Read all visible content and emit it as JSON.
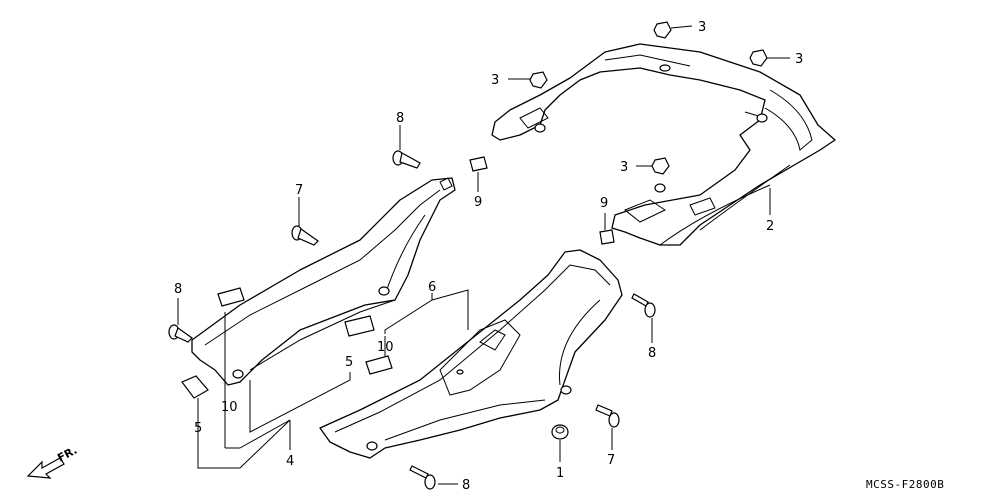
{
  "diagram": {
    "drawing_code": "MCSS-F2800B",
    "front_marker": "FR."
  },
  "callouts": {
    "p1": "1",
    "p2": "2",
    "p3": "3",
    "p4": "4",
    "p5": "5",
    "p6": "6",
    "p7": "7",
    "p8": "8",
    "p9": "9",
    "p10": "10"
  },
  "parts": [
    {
      "ref": "1",
      "kind": "grommet"
    },
    {
      "ref": "2",
      "kind": "rear cowl"
    },
    {
      "ref": "3",
      "kind": "nut"
    },
    {
      "ref": "4",
      "kind": "left side cover"
    },
    {
      "ref": "5",
      "kind": "cushion"
    },
    {
      "ref": "6",
      "kind": "right side cover"
    },
    {
      "ref": "7",
      "kind": "screw"
    },
    {
      "ref": "8",
      "kind": "screw"
    },
    {
      "ref": "9",
      "kind": "clip"
    },
    {
      "ref": "10",
      "kind": "cushion"
    }
  ]
}
